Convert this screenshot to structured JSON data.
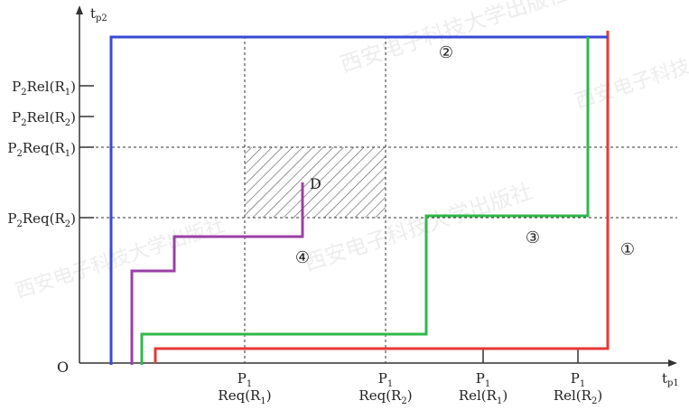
{
  "axes": {
    "x_label_main": "t",
    "x_label_sub": "p1",
    "y_label_main": "t",
    "y_label_sub": "p2",
    "origin": "O"
  },
  "y_ticks": [
    {
      "pre": "P",
      "sub": "2",
      "post": "Rel(R",
      "sub2": "1",
      "end": ")"
    },
    {
      "pre": "P",
      "sub": "2",
      "post": "Rel(R",
      "sub2": "2",
      "end": ")"
    },
    {
      "pre": "P",
      "sub": "2",
      "post": "Req(R",
      "sub2": "1",
      "end": ")"
    },
    {
      "pre": "P",
      "sub": "2",
      "post": "Req(R",
      "sub2": "2",
      "end": ")"
    }
  ],
  "x_ticks": [
    {
      "top": "P",
      "top_sub": "1",
      "bottom": "Req(R",
      "bottom_sub": "1",
      "end": ")"
    },
    {
      "top": "P",
      "top_sub": "1",
      "bottom": "Req(R",
      "bottom_sub": "2",
      "end": ")"
    },
    {
      "top": "P",
      "top_sub": "1",
      "bottom": "Rel(R",
      "bottom_sub": "1",
      "end": ")"
    },
    {
      "top": "P",
      "top_sub": "1",
      "bottom": "Rel(R",
      "bottom_sub": "2",
      "end": ")"
    }
  ],
  "region_labels": {
    "deadlock": "D",
    "path1": "①",
    "path2": "②",
    "path3": "③",
    "path4": "④"
  },
  "watermark": "西安电子科技大学出版社",
  "colors": {
    "path1": "#e53935",
    "path2": "#3949d6",
    "path3": "#2fb84a",
    "path4": "#9b3fa8",
    "axis": "#333333",
    "grid": "#333333"
  }
}
